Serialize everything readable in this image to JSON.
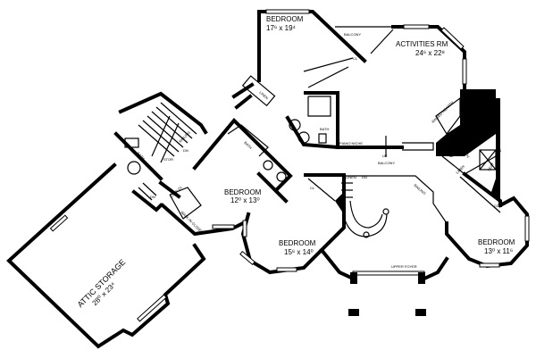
{
  "rooms": {
    "bedroom_north": {
      "name": "BEDROOM",
      "size": "17⁶ x 19⁴"
    },
    "balcony_north": {
      "name": "BALCONY"
    },
    "activities": {
      "name": "ACTIVITIES RM",
      "size": "24⁶ x 22⁸"
    },
    "bedroom_mid": {
      "name": "BEDROOM",
      "size": "12⁰ x 13⁰"
    },
    "bedroom_sw": {
      "name": "BEDROOM",
      "size": "15⁶ x 14⁰"
    },
    "bedroom_se": {
      "name": "BEDROOM",
      "size": "13⁰ x 11⁶"
    },
    "upper_foyer": {
      "name": "UPPER FOYER"
    },
    "balcony_main": {
      "name": "BALCONY"
    },
    "attic": {
      "name": "ATTIC STORAGE",
      "size": "28⁰ x 23⁴"
    }
  },
  "small_labels": {
    "linen": "LINEN",
    "cl": "CL",
    "bath": "BATH",
    "piano_niche": "PIANO NICHE",
    "up": "UP",
    "dn": "DN",
    "raised_hearth": "RAISED HEARTH",
    "seat": "SEAT",
    "railing": "RAILING",
    "stor": "STOR",
    "stor_cl": "STOR CL",
    "walkin_closet": "WALK-IN CLOSET"
  }
}
